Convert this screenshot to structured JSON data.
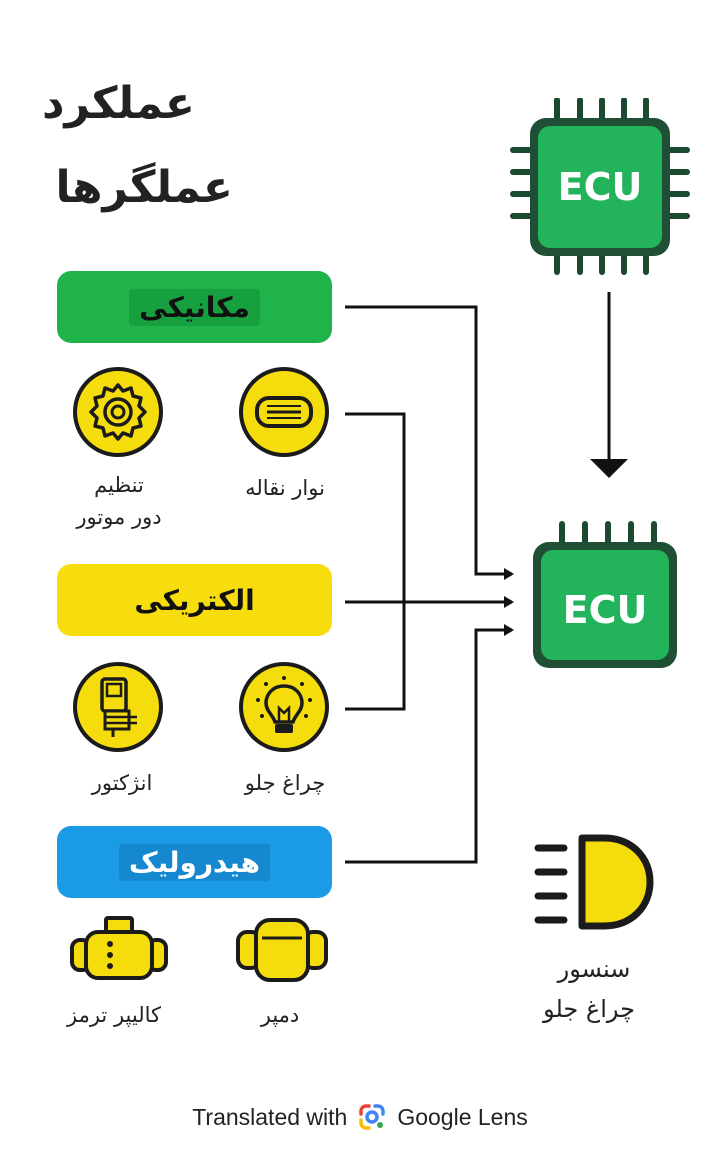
{
  "title": {
    "line1": "عملکرد",
    "line2": "عملگرها"
  },
  "ecu": {
    "top_label": "ECU",
    "main_label": "ECU"
  },
  "categories": {
    "mechanical": {
      "label": "مکانیکی",
      "color": "#1fb34a"
    },
    "electrical": {
      "label": "الکتریکی",
      "color": "#f7dd0e"
    },
    "hydraulic": {
      "label": "هیدرولیک",
      "color": "#1b9be6"
    }
  },
  "components": {
    "conveyor": {
      "line1": "نوار نقاله",
      "icon": "conveyor-belt-icon"
    },
    "engine_speed": {
      "line1": "تنظیم",
      "line2": "دور موتور",
      "icon": "gear-icon"
    },
    "headlight": {
      "line1": "چراغ جلو",
      "icon": "light-bulb-icon"
    },
    "injector": {
      "line1": "انژکتور",
      "icon": "injector-icon"
    },
    "damper": {
      "line1": "دمپر",
      "icon": "damper-icon"
    },
    "brake_caliper": {
      "line1": "کالیپر ترمز",
      "icon": "brake-caliper-icon"
    }
  },
  "sensor": {
    "line1": "سنسور",
    "line2": "چراغ جلو",
    "icon": "headlight-beam-icon"
  },
  "footer": {
    "prefix": "Translated with",
    "brand": "Google Lens"
  }
}
